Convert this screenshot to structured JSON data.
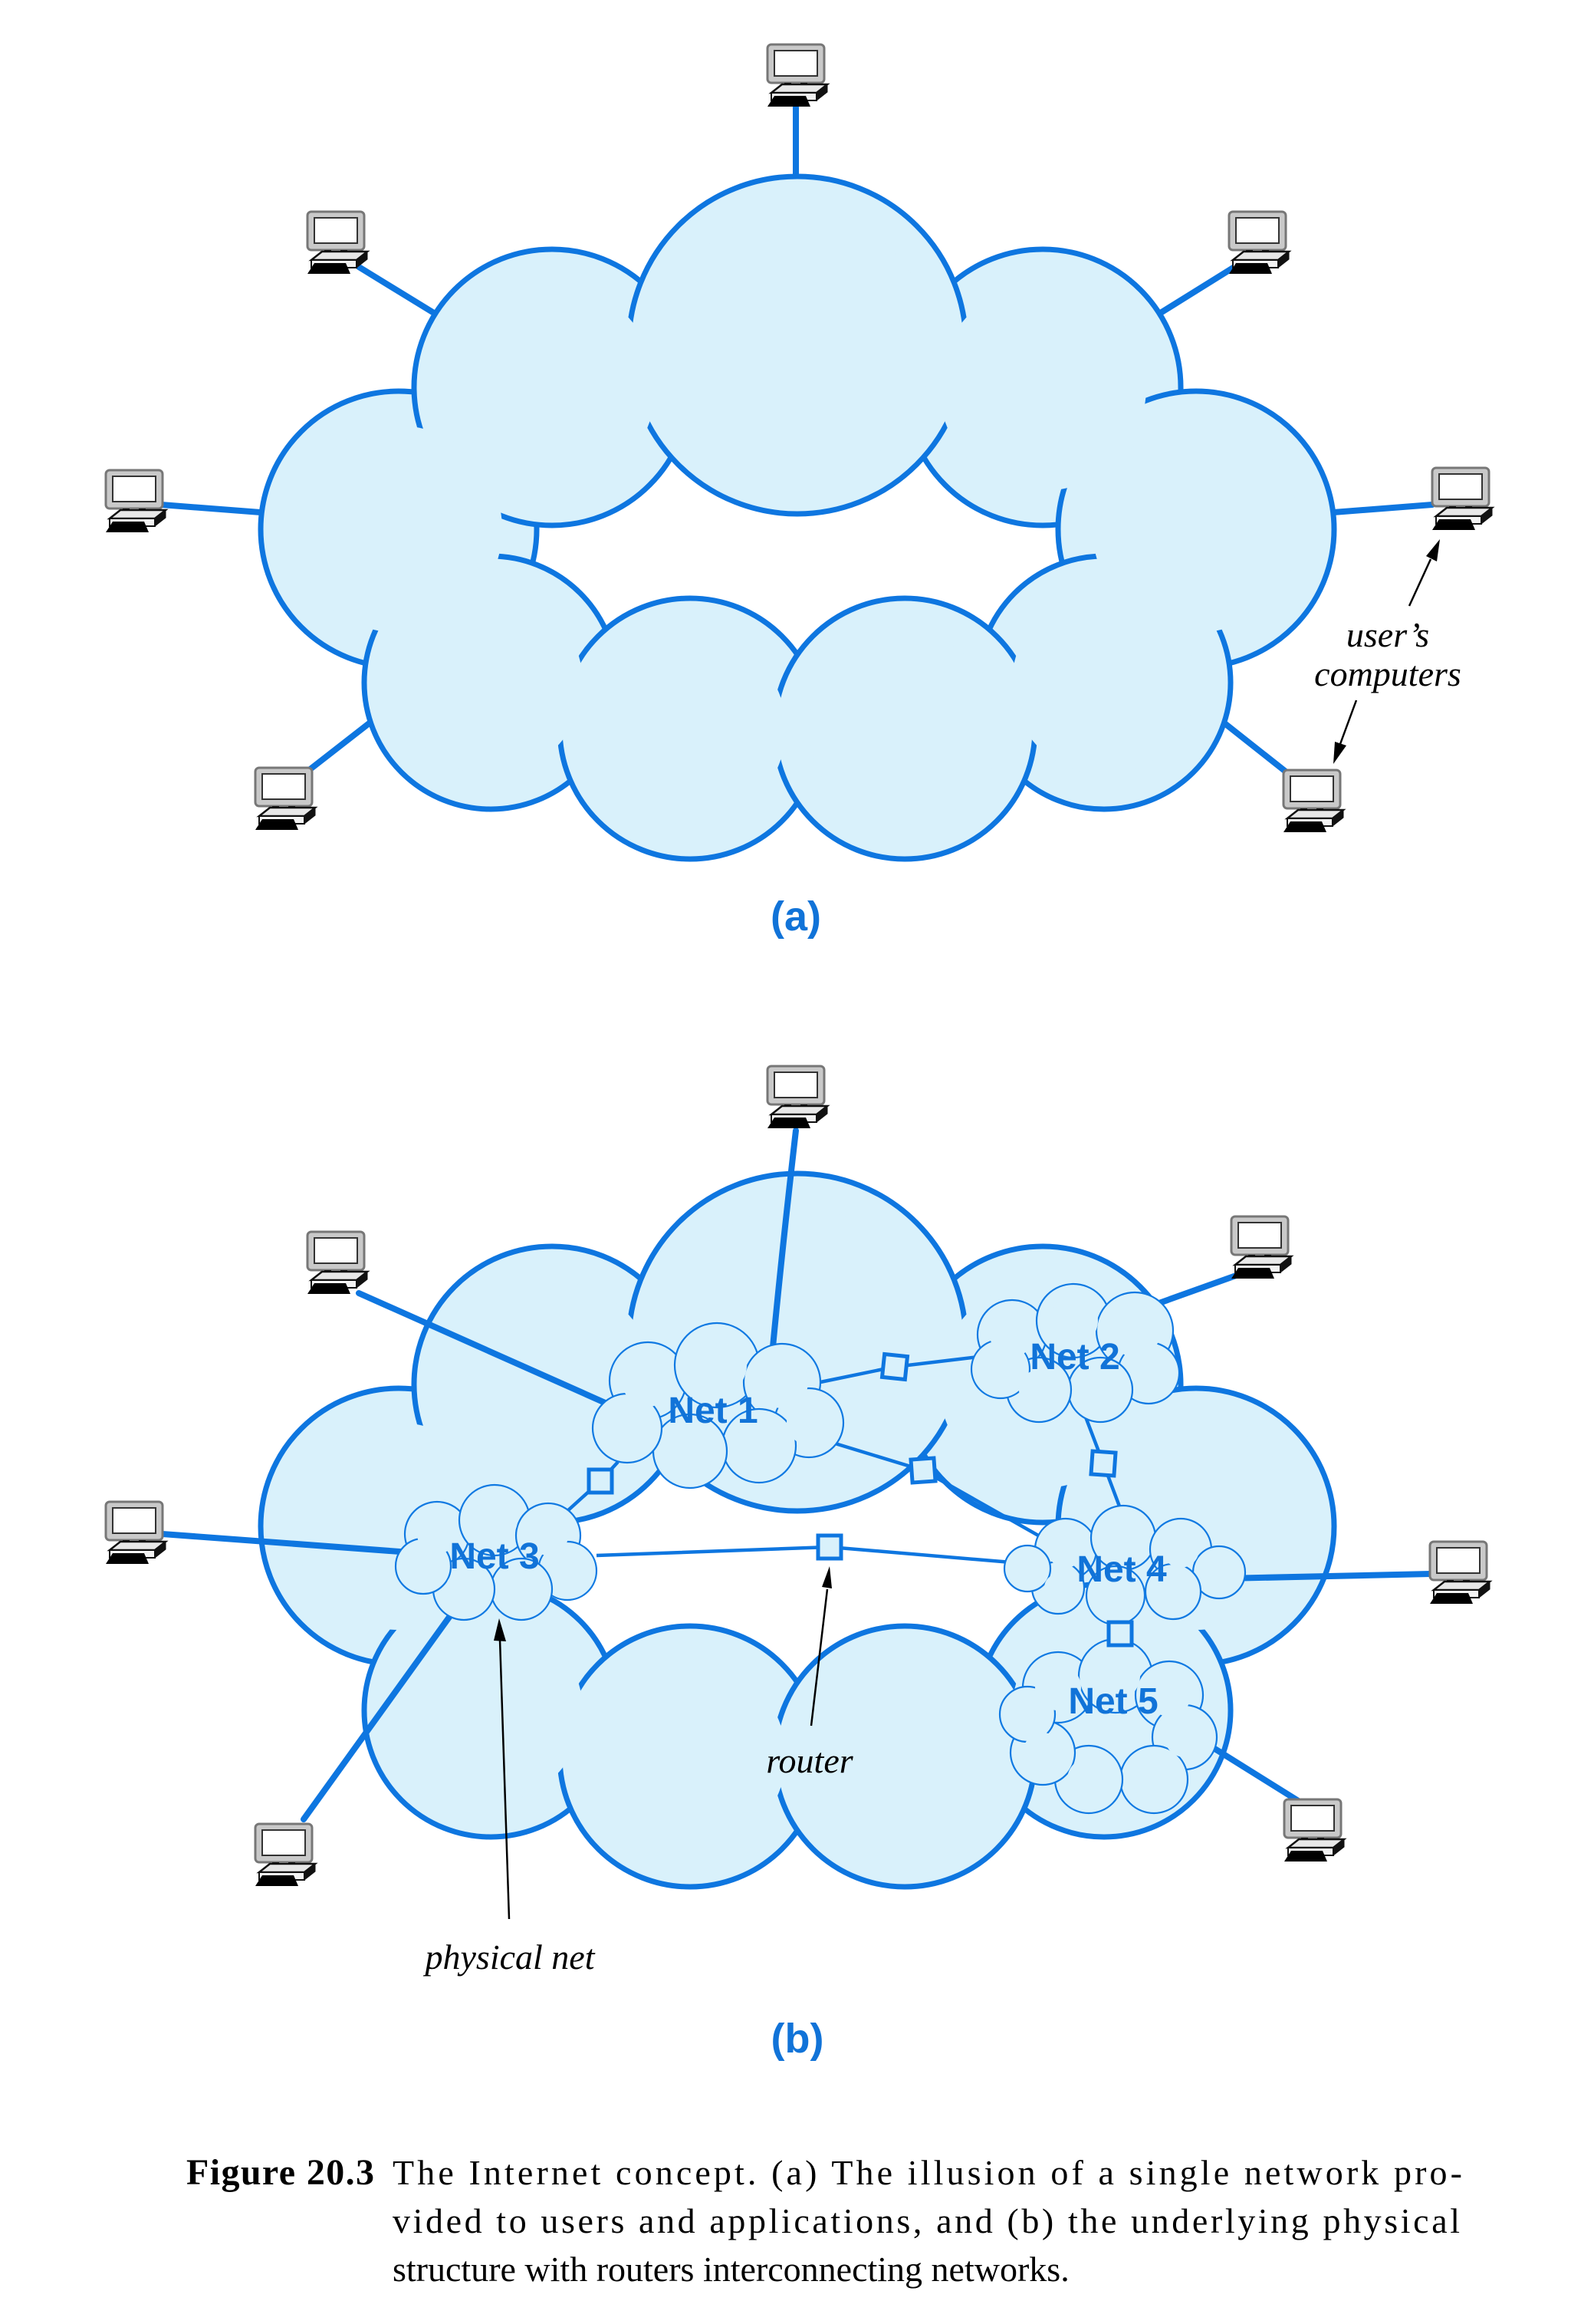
{
  "caption": {
    "label": "Figure 20.3",
    "lines": [
      "The Internet concept.  (a) The illusion of a single network pro-",
      "vided to users and applications, and (b) the underlying physical",
      "structure with routers interconnecting networks."
    ]
  },
  "part_a": {
    "tag": "(a)",
    "users_computers": {
      "line1": "user’s",
      "line2": "computers"
    }
  },
  "part_b": {
    "tag": "(b)",
    "nets": [
      {
        "label": "Net 1"
      },
      {
        "label": "Net 2"
      },
      {
        "label": "Net 3"
      },
      {
        "label": "Net 4"
      },
      {
        "label": "Net 5"
      }
    ],
    "router_label": "router",
    "physical_net_label": "physical net"
  },
  "colors": {
    "line_blue": "#0e76e0",
    "cloud_fill": "#d9f1fb",
    "label_blue": "#1173d8",
    "annotation_black": "#000000",
    "background": "#ffffff"
  }
}
